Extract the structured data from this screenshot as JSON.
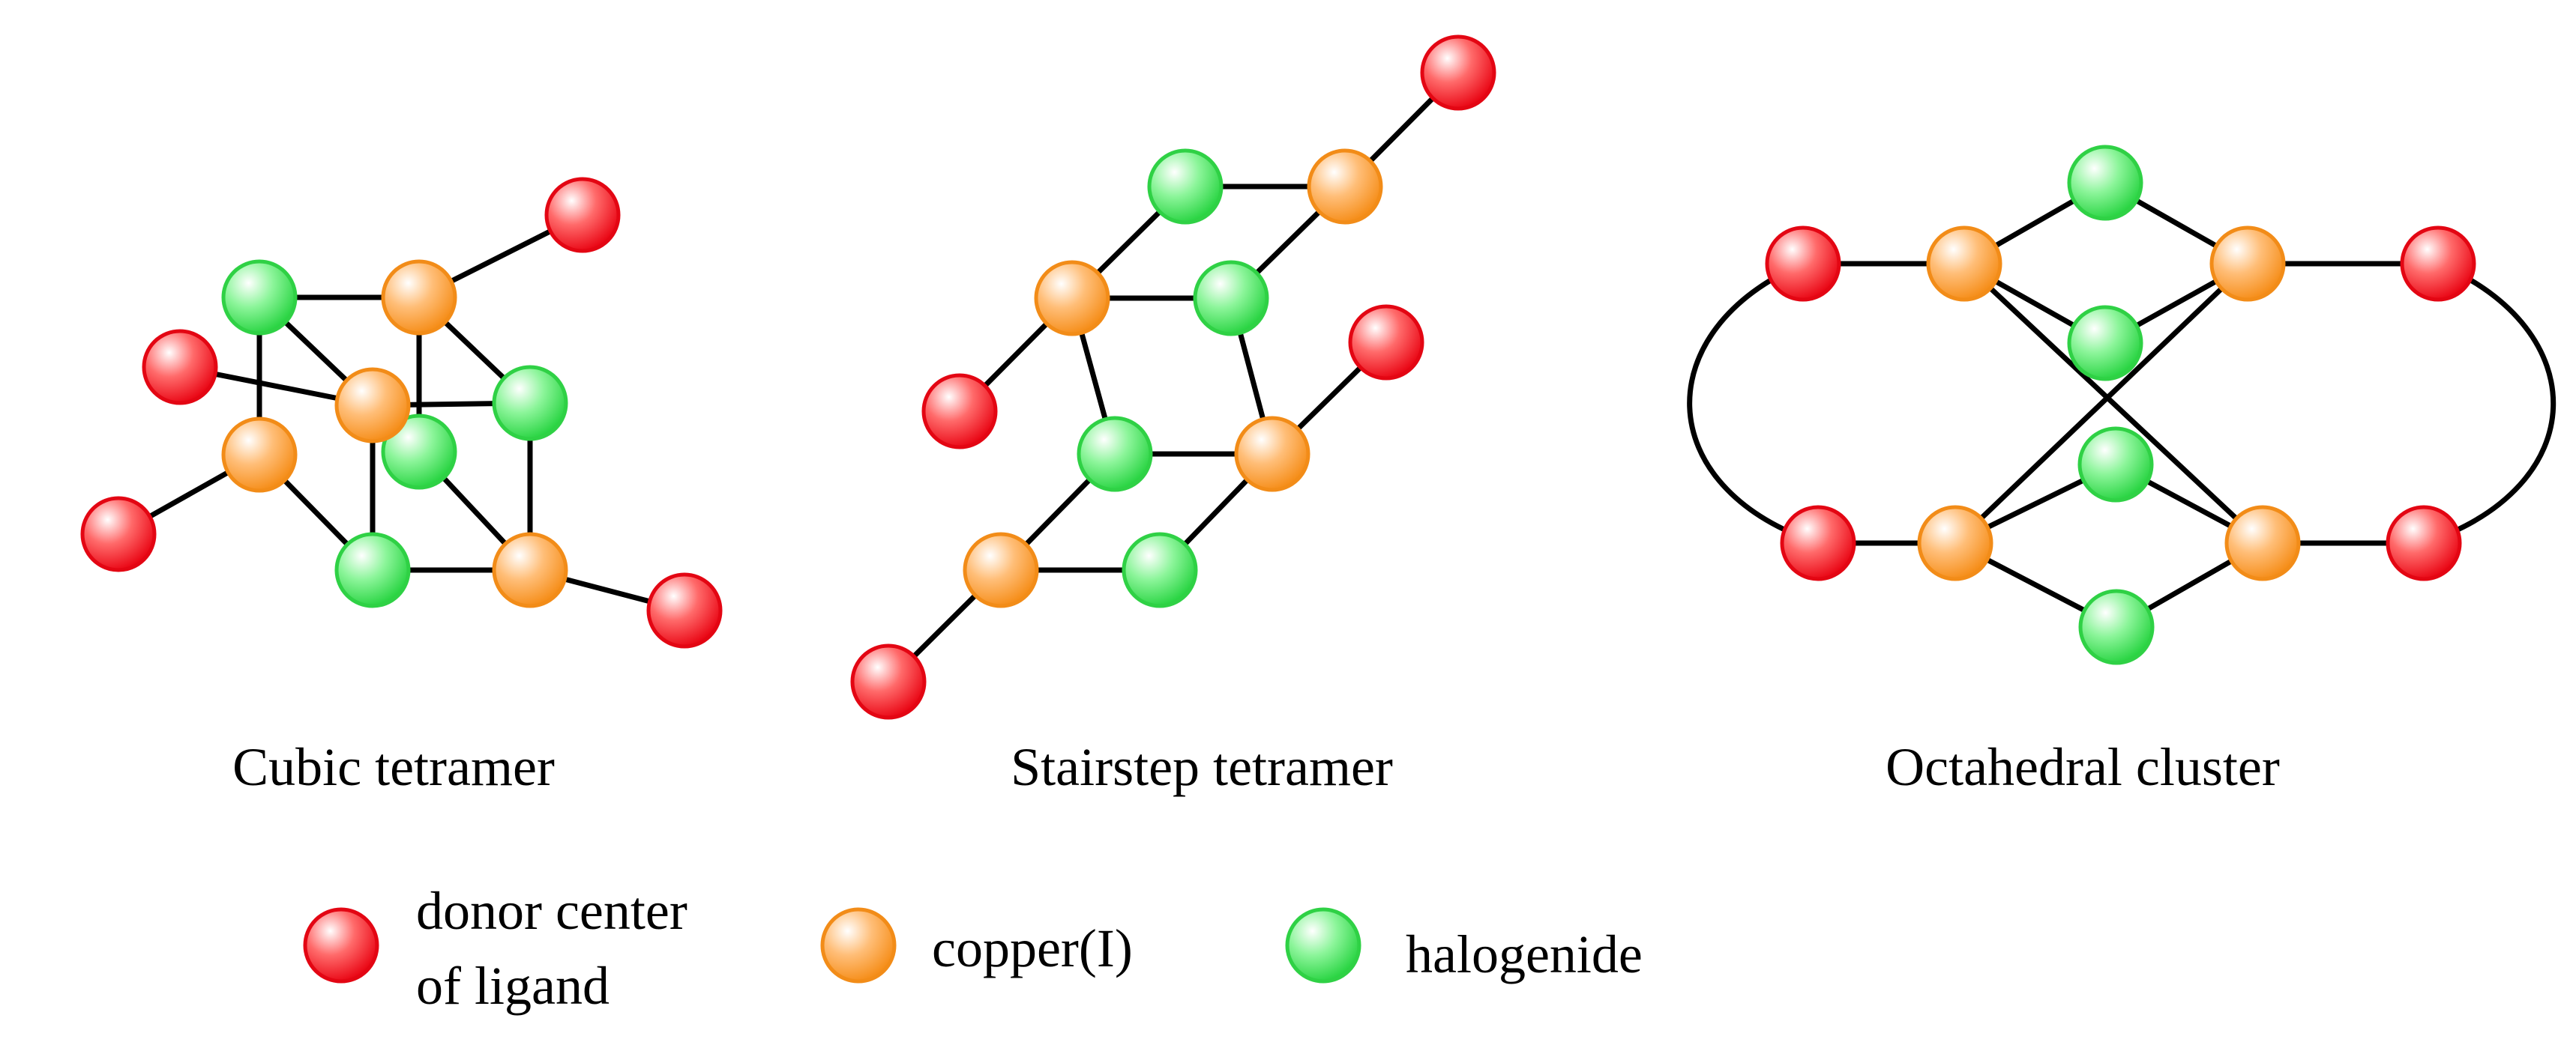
{
  "colors": {
    "donor": "#ff1a1a",
    "copper": "#ff9020",
    "halide": "#33e04a"
  },
  "structures": [
    {
      "name": "cubic",
      "caption": "Cubic tetramer"
    },
    {
      "name": "stairstep",
      "caption": "Stairstep tetramer"
    },
    {
      "name": "octahedral",
      "caption": "Octahedral cluster"
    }
  ],
  "legend": {
    "donor": {
      "line1": "donor center",
      "line2": "of ligand"
    },
    "copper": {
      "label": "copper(I)"
    },
    "halide": {
      "label": "halogenide"
    }
  }
}
